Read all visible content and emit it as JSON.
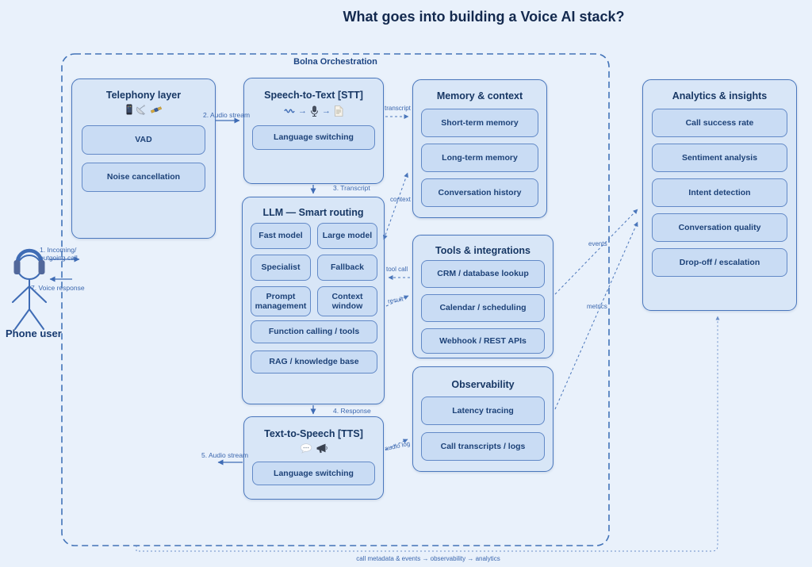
{
  "title": "What goes into building a Voice AI stack?",
  "orchestration": {
    "label": "Bolna Orchestration"
  },
  "user": {
    "label": "Phone user"
  },
  "boxes": {
    "telephony": {
      "title": "Telephony layer",
      "icons": [
        "mobile-phone",
        "satellite-dish",
        "satellite"
      ],
      "items": [
        "VAD",
        "Noise cancellation"
      ]
    },
    "stt": {
      "title": "Speech-to-Text [STT]",
      "icons": [
        "waveform",
        "arrow-right",
        "microphone",
        "arrow-right",
        "document"
      ],
      "items": [
        "Language switching"
      ]
    },
    "memory": {
      "title": "Memory & context",
      "items": [
        "Short-term memory",
        "Long-term memory",
        "Conversation history"
      ]
    },
    "llm": {
      "title": "LLM — Smart routing",
      "items": [
        "Fast model",
        "Large model",
        "Specialist",
        "Fallback",
        "Prompt management",
        "Context window",
        "Function calling / tools",
        "RAG / knowledge base"
      ]
    },
    "tools": {
      "title": "Tools & integrations",
      "items": [
        "CRM / database lookup",
        "Calendar / scheduling",
        "Webhook / REST APIs"
      ]
    },
    "observability": {
      "title": "Observability",
      "items": [
        "Latency tracing",
        "Call transcripts / logs"
      ]
    },
    "tts": {
      "title": "Text-to-Speech [TTS]",
      "icons": [
        "speech-bubble",
        "megaphone"
      ],
      "items": [
        "Language switching"
      ]
    },
    "analytics": {
      "title": "Analytics & insights",
      "items": [
        "Call success rate",
        "Sentiment analysis",
        "Intent detection",
        "Conversation quality",
        "Drop-off / escalation"
      ]
    }
  },
  "flows": {
    "incoming_line1": "1. Incoming/",
    "incoming_line2": "outgoing call",
    "audio_in": "2. Audio stream",
    "transcript_step": "3. Transcript",
    "response_step": "4. Response",
    "audio_out": "5. Audio stream",
    "voice_response": "7. Voice response",
    "transcript": "transcript",
    "context": "context",
    "tool_call": "tool call",
    "result": "result",
    "events": "events",
    "metrics": "metrics",
    "audio_log": "audio log",
    "metadata": "call metadata & events → observability → analytics"
  },
  "colors": {
    "background": "#e9f1fb",
    "box_fill": "#d8e6f7",
    "item_fill": "#c9dcf4",
    "border": "#4a77bd",
    "heading": "#173764",
    "title": "#13294e",
    "label": "#3b67ae"
  }
}
